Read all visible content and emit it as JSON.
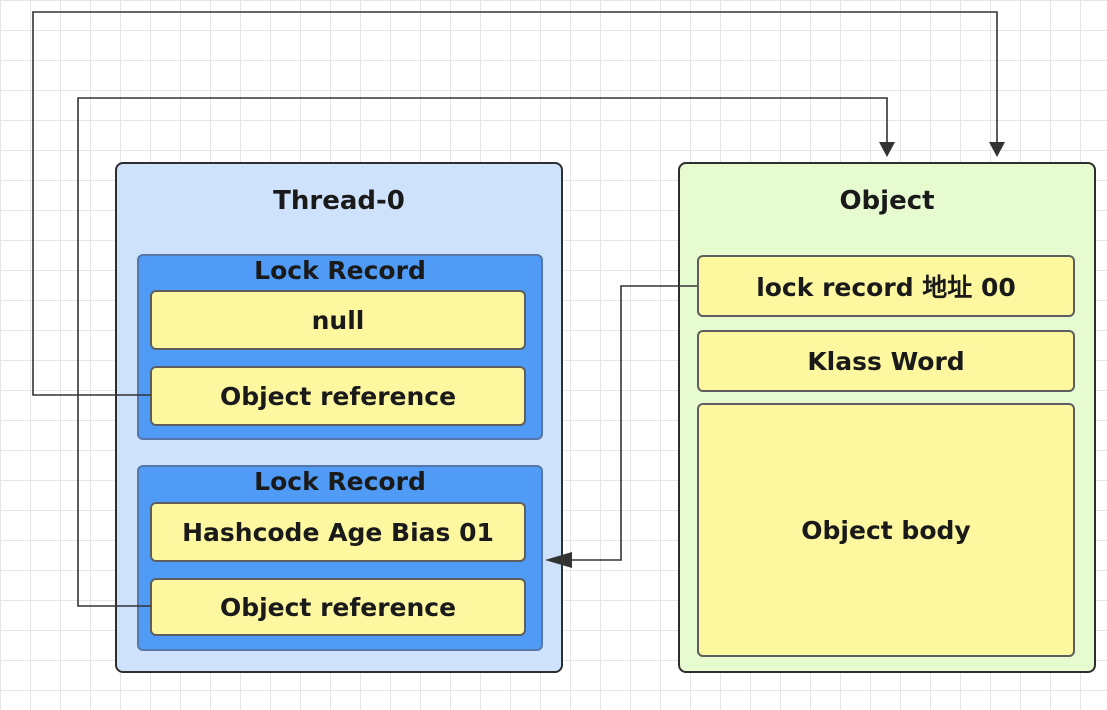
{
  "thread": {
    "title": "Thread-0",
    "lock_records": [
      {
        "title": "Lock Record",
        "fields": [
          "null",
          "Object reference"
        ]
      },
      {
        "title": "Lock Record",
        "fields": [
          "Hashcode Age Bias 01",
          "Object reference"
        ]
      }
    ]
  },
  "object": {
    "title": "Object",
    "fields": [
      "lock record 地址 00",
      "Klass Word",
      "Object body"
    ]
  },
  "colors": {
    "thread_bg": "#cfe2fb",
    "lock_record_bg": "#4f9bf5",
    "field_bg": "#fdf7a0",
    "object_bg": "#e7fbd1",
    "line": "#333333"
  }
}
